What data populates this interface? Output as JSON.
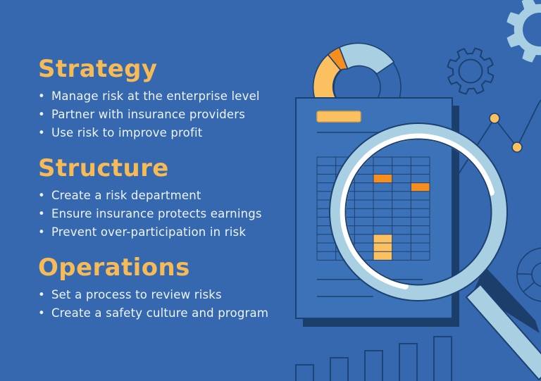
{
  "sections": [
    {
      "heading": "Strategy",
      "bullets": [
        "Manage risk at the enterprise level",
        "Partner with insurance providers",
        "Use risk to improve profit"
      ]
    },
    {
      "heading": "Structure",
      "bullets": [
        "Create a risk department",
        "Ensure insurance protects earnings",
        "Prevent over-participation in risk"
      ]
    },
    {
      "heading": "Operations",
      "bullets": [
        "Set a process to review risks",
        "Create a safety culture and program"
      ]
    }
  ],
  "ui": {
    "bullet_char": "•"
  },
  "palette": {
    "background": "#3568AF",
    "document_fill": "#3C72B7",
    "navy_outline": "#1C4170",
    "shadow_navy": "#1B3E6B",
    "light_blue": "#A9CFE2",
    "yellow": "#FBC161",
    "orange": "#F68E1F",
    "heading_orange": "#F6BA57",
    "text_white": "#EFF4FA"
  },
  "illustration": {
    "icons": [
      "donut-chart-icon",
      "gear-solid-icon",
      "gear-outline-icon",
      "line-chart-icon",
      "report-document",
      "magnifier-icon",
      "pie-outline-icon",
      "bar-chart-icon"
    ]
  }
}
